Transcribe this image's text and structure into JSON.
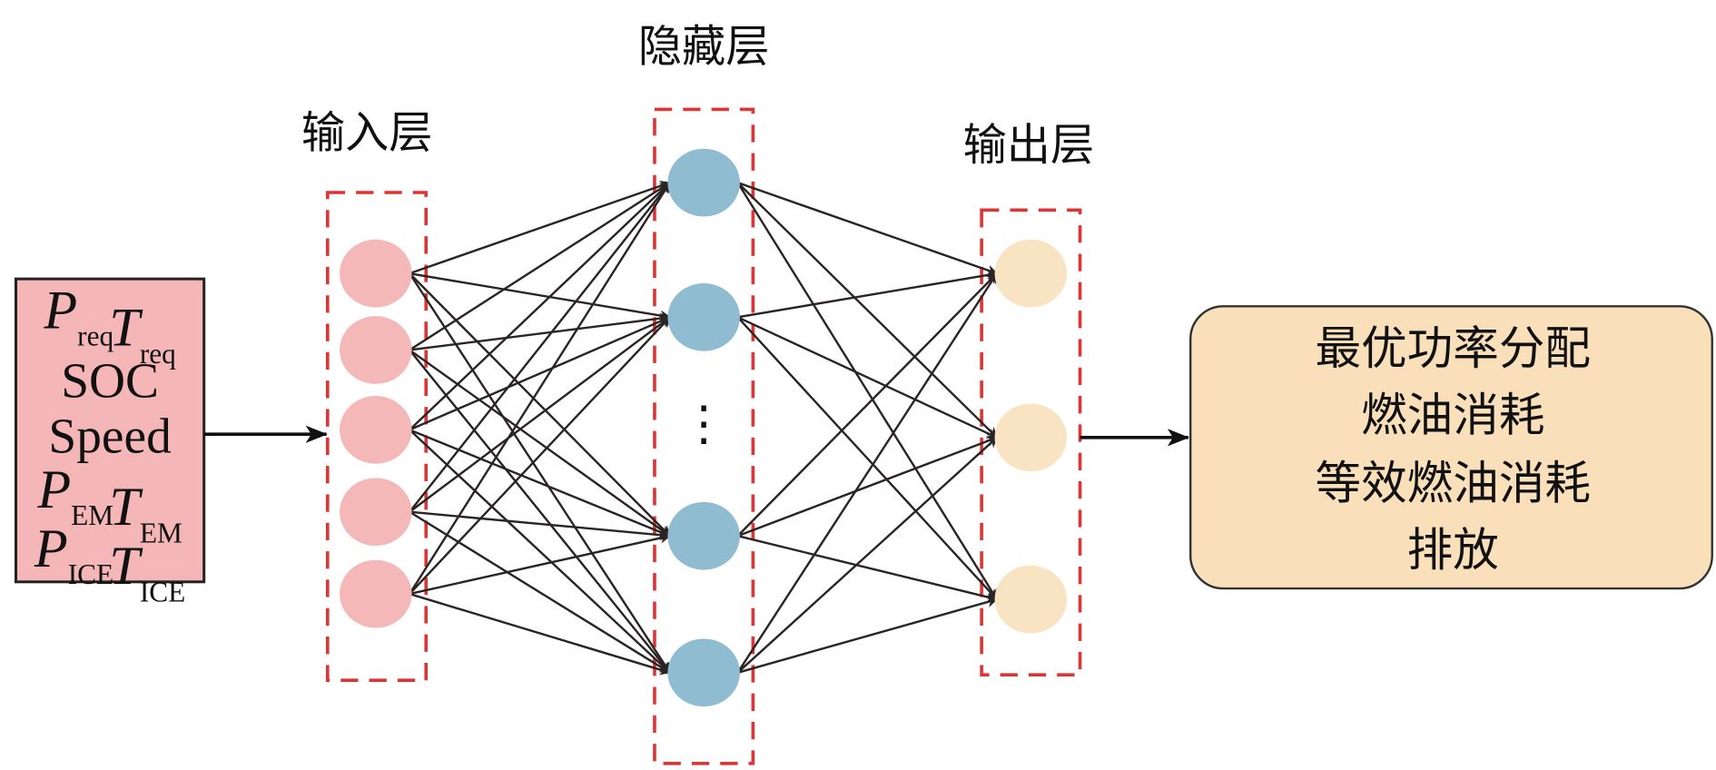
{
  "layers": {
    "input_label": "输入层",
    "hidden_label": "隐藏层",
    "output_label": "输出层"
  },
  "inputs": {
    "line1": [
      {
        "main": "P",
        "sub": "req"
      },
      {
        "main": "T",
        "sub": "req"
      }
    ],
    "line2": "SOC",
    "line3": "Speed",
    "line4": [
      {
        "main": "P",
        "sub": "EM"
      },
      {
        "main": "T",
        "sub": "EM"
      }
    ],
    "line5": [
      {
        "main": "P",
        "sub": "ICE"
      },
      {
        "main": "T",
        "sub": "ICE"
      }
    ]
  },
  "outputs": [
    "最优功率分配",
    "燃油消耗",
    "等效燃油消耗",
    "排放"
  ],
  "node_counts": {
    "input": 5,
    "hidden_shown": 4,
    "output": 3
  },
  "hidden_ellipsis": "⋮",
  "colors": {
    "input_box": "#f4b6b6",
    "input_node": "#f5b8b8",
    "hidden_node": "#8fbcd0",
    "output_node": "#f8e3c3",
    "output_box": "#f9e0bb",
    "dashed_border": "#e03434",
    "edge": "#2a2424"
  }
}
